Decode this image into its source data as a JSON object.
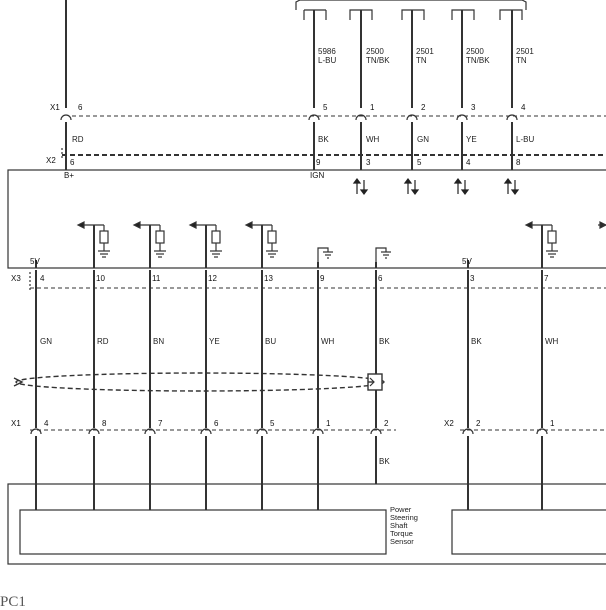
{
  "footer_text": "PC1",
  "top_circuits": [
    {
      "circuit": "5986",
      "color": "L-BU"
    },
    {
      "circuit": "2500",
      "color": "TN/BK"
    },
    {
      "circuit": "2501",
      "color": "TN"
    },
    {
      "circuit": "2500",
      "color": "TN/BK"
    },
    {
      "circuit": "2501",
      "color": "TN"
    }
  ],
  "connector_x1_top": {
    "name": "X1",
    "pins": [
      {
        "pin": "6",
        "color": "RD"
      },
      {
        "pin": "5",
        "color": "BK"
      },
      {
        "pin": "1",
        "color": "WH"
      },
      {
        "pin": "2",
        "color": "GN"
      },
      {
        "pin": "3",
        "color": "YE"
      },
      {
        "pin": "4",
        "color": "L-BU"
      }
    ]
  },
  "connector_x2_module": {
    "name": "X2",
    "pins": [
      "6",
      "9",
      "3",
      "5",
      "4",
      "8"
    ],
    "pin_labels": [
      "B+",
      "IGN"
    ]
  },
  "connector_x3": {
    "name": "X3",
    "voltage_left": "5V",
    "voltage_right": "5V",
    "pins": [
      "4",
      "10",
      "11",
      "12",
      "13",
      "9",
      "6",
      "3",
      "7"
    ],
    "colors": [
      "GN",
      "RD",
      "BN",
      "YE",
      "BU",
      "WH",
      "BK",
      "BK",
      "WH"
    ]
  },
  "connector_x1_bottom": {
    "name": "X1",
    "pins": [
      "4",
      "8",
      "7",
      "6",
      "5",
      "1",
      "2"
    ]
  },
  "connector_x2_bottom": {
    "name": "X2",
    "pins": [
      "2",
      "1"
    ]
  },
  "shield_drain_color": "BK",
  "component_label": [
    "Power",
    "Steering",
    "Shaft",
    "Torque",
    "Sensor"
  ]
}
